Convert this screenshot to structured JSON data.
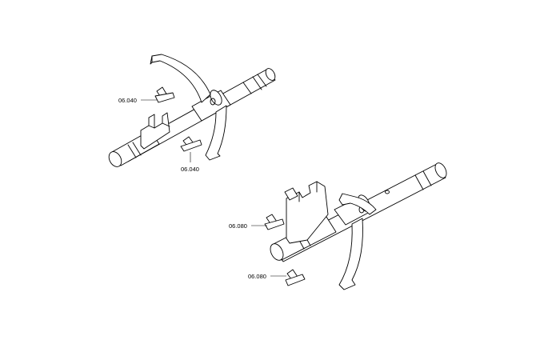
{
  "callouts": {
    "upper_left_pin": "06.040",
    "upper_lower_pin": "06.040",
    "lower_left_pin": "06.080",
    "lower_lower_pin": "06.080"
  }
}
